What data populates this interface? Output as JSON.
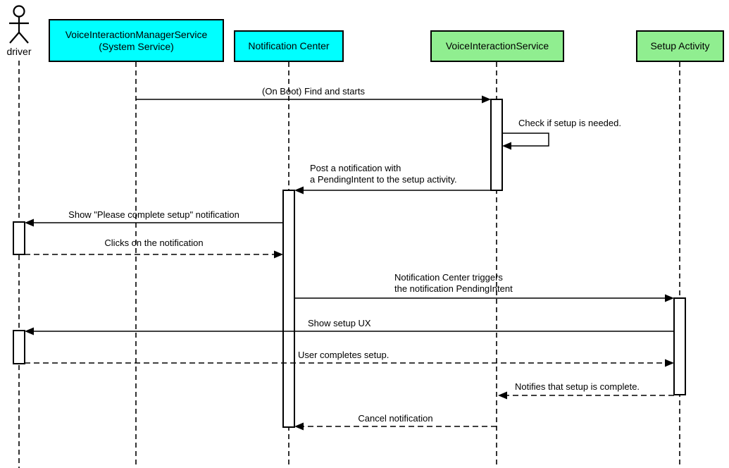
{
  "diagram_type": "uml-sequence",
  "participants": [
    {
      "id": "driver",
      "label": "driver",
      "kind": "actor",
      "fill": null
    },
    {
      "id": "vims",
      "label": "VoiceInteractionManagerService\n(System Service)",
      "kind": "box",
      "fill": "#00FFFF"
    },
    {
      "id": "notification-center",
      "label": "Notification Center",
      "kind": "box",
      "fill": "#00FFFF"
    },
    {
      "id": "vis",
      "label": "VoiceInteractionService",
      "kind": "box",
      "fill": "#90EE90"
    },
    {
      "id": "setup-activity",
      "label": "Setup Activity",
      "kind": "box",
      "fill": "#90EE90"
    }
  ],
  "messages": [
    {
      "label": "(On Boot) Find and starts",
      "from": "vims",
      "to": "vis",
      "line": "solid"
    },
    {
      "label": "Check if setup is needed.",
      "from": "vis",
      "to": "vis",
      "line": "solid"
    },
    {
      "label": "Post a notification with\na PendingIntent to the setup activity.",
      "from": "vis",
      "to": "notification-center",
      "line": "solid"
    },
    {
      "label": "Show \"Please complete setup\" notification",
      "from": "notification-center",
      "to": "driver",
      "line": "solid"
    },
    {
      "label": "Clicks on the notification",
      "from": "driver",
      "to": "notification-center",
      "line": "dashed"
    },
    {
      "label": "Notification Center triggers\nthe notification PendingIntent",
      "from": "notification-center",
      "to": "setup-activity",
      "line": "solid"
    },
    {
      "label": "Show setup UX",
      "from": "setup-activity",
      "to": "driver",
      "line": "solid"
    },
    {
      "label": "User completes setup.",
      "from": "driver",
      "to": "setup-activity",
      "line": "dashed"
    },
    {
      "label": "Notifies that setup is complete.",
      "from": "setup-activity",
      "to": "vis",
      "line": "dashed"
    },
    {
      "label": "Cancel notification",
      "from": "vis",
      "to": "notification-center",
      "line": "dashed"
    }
  ],
  "colors": {
    "service_box": "#00FFFF",
    "activity_box": "#90EE90",
    "line": "#000000",
    "background": "#FFFFFF"
  }
}
